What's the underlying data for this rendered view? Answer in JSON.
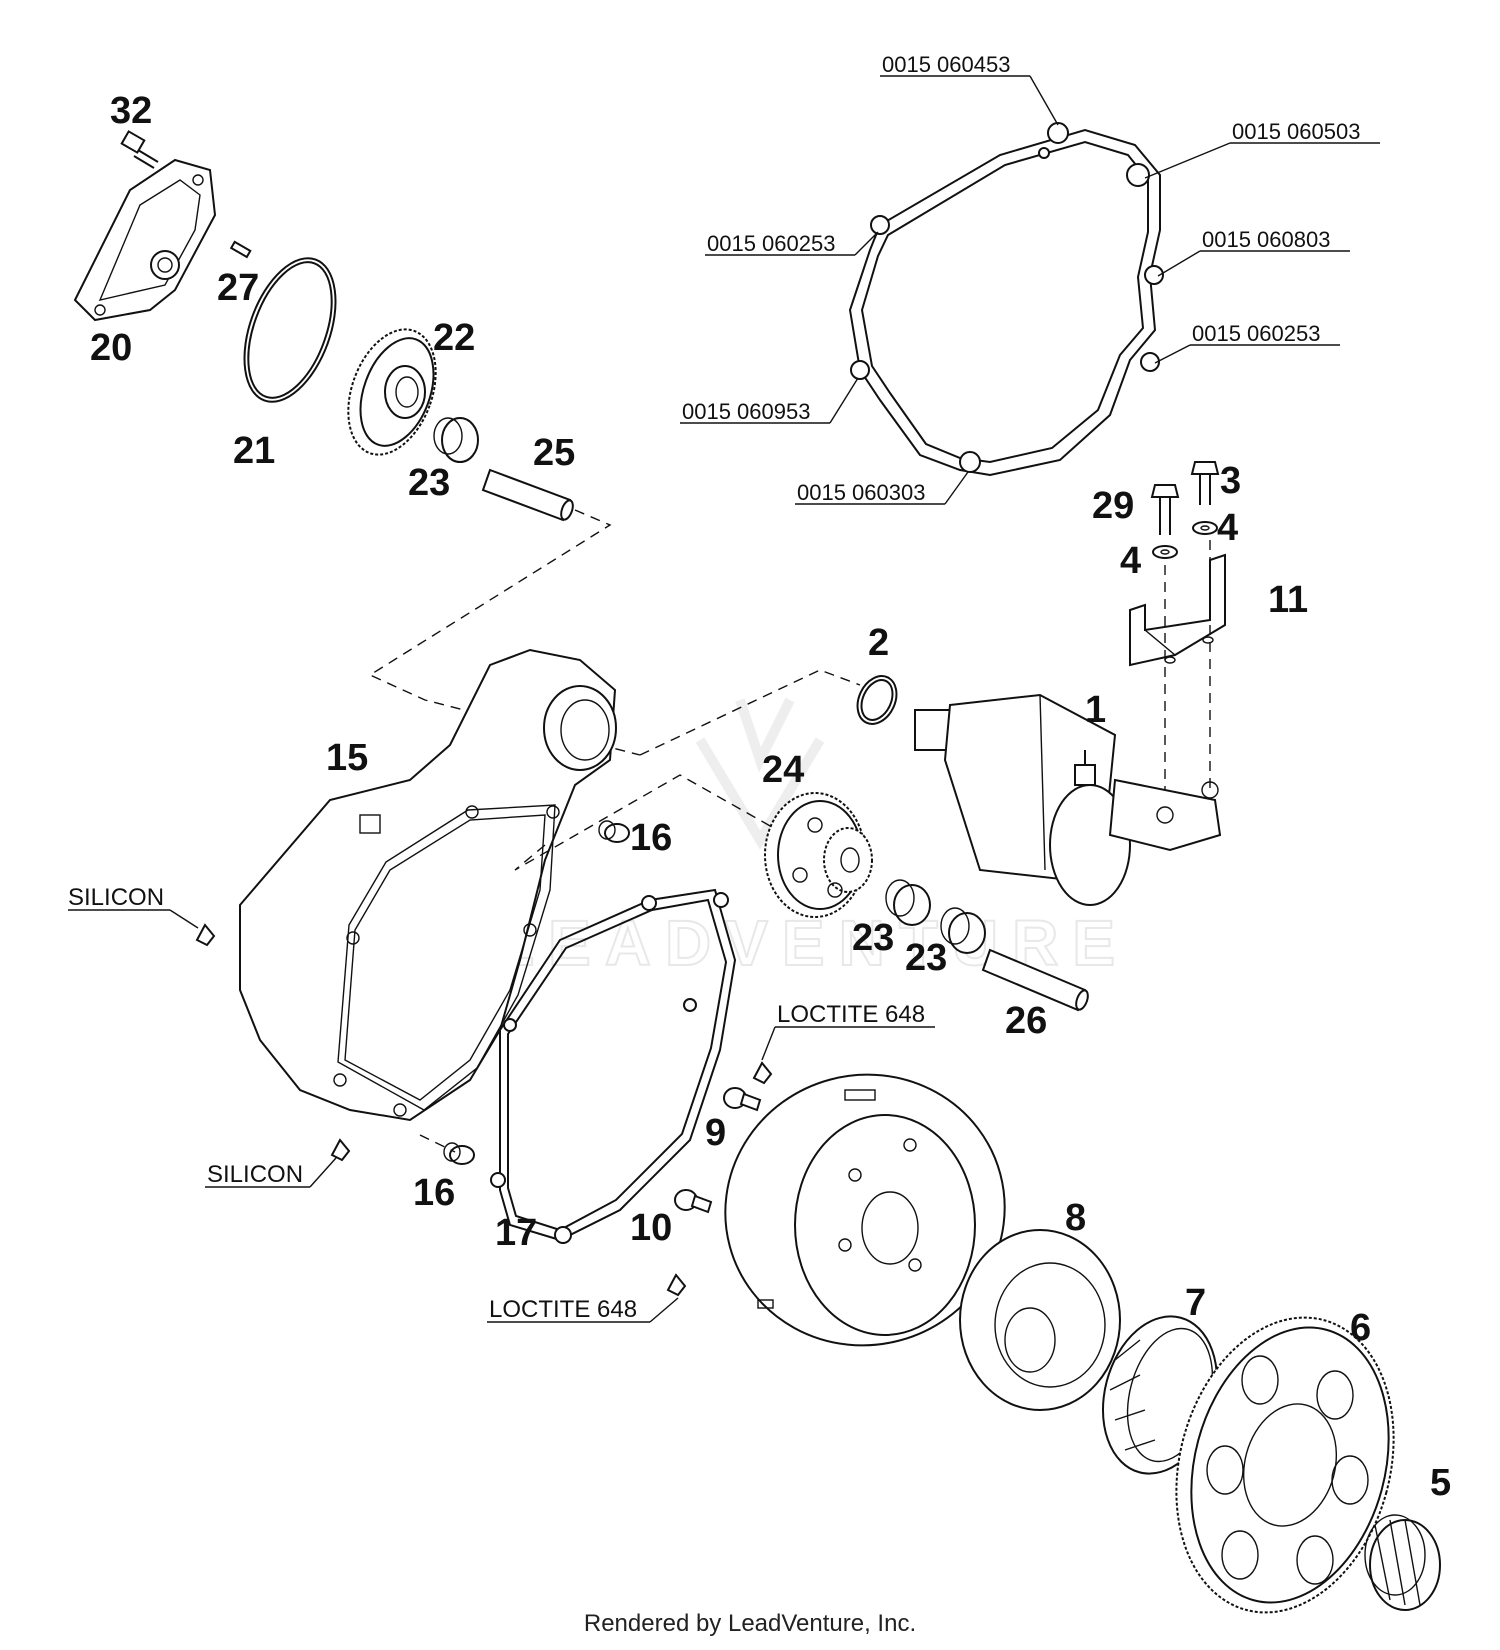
{
  "footer": {
    "credit": "Rendered by LeadVenture, Inc."
  },
  "watermark": {
    "text": "LEADVENTURE"
  },
  "callouts": {
    "c32": "32",
    "c27": "27",
    "c20": "20",
    "c21": "21",
    "c22": "22",
    "c23a": "23",
    "c25": "25",
    "c29": "29",
    "c3": "3",
    "c4a": "4",
    "c4b": "4",
    "c11": "11",
    "c2": "2",
    "c1": "1",
    "c15": "15",
    "c24": "24",
    "c16a": "16",
    "c23b": "23",
    "c23c": "23",
    "c26": "26",
    "c9": "9",
    "c16b": "16",
    "c17": "17",
    "c10": "10",
    "c8": "8",
    "c7": "7",
    "c6": "6",
    "c5": "5"
  },
  "references": {
    "r1": "0015 060453",
    "r2": "0015 060503",
    "r3": "0015 060253",
    "r4": "0015 060803",
    "r5": "0015 060253",
    "r6": "0015 060953",
    "r7": "0015 060303"
  },
  "notes": {
    "silicon_top": "SILICON",
    "silicon_bottom": "SILICON",
    "loctite_top": "LOCTITE 648",
    "loctite_bottom": "LOCTITE 648"
  }
}
